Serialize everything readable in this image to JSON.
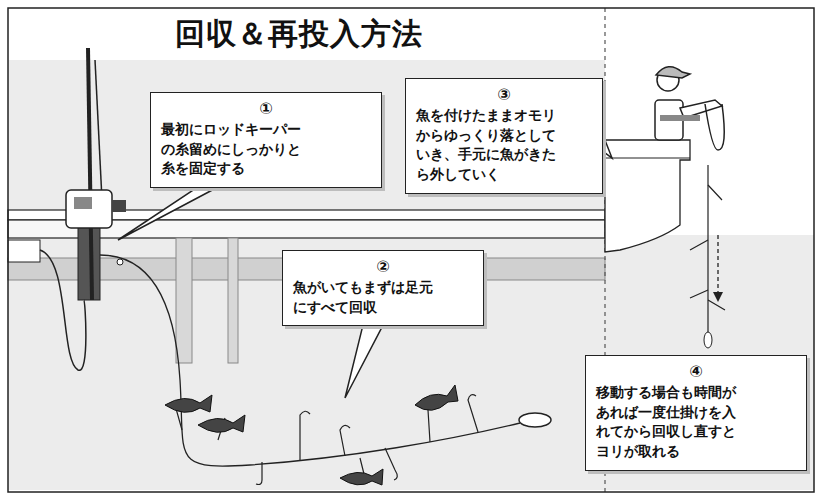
{
  "diagram": {
    "title": "回収＆再投入方法",
    "nodes": [
      {
        "text": [
          "①",
          "最初にロッドキーパー の糸留めにしっかりと 糸を固定する"
        ]
      },
      {
        "text": [
          "②",
          "魚がいてもまずは足元 にすべて回収"
        ]
      },
      {
        "text": [
          "③",
          "魚を付けたままオモリ からゆっくり落として いき、手元に魚がきた ら外していく"
        ]
      },
      {
        "text": [
          "④",
          "移動する場合も時間が あれば一度仕掛けを入 れてから回収し直すと ヨリが取れる"
        ]
      }
    ]
  }
}
